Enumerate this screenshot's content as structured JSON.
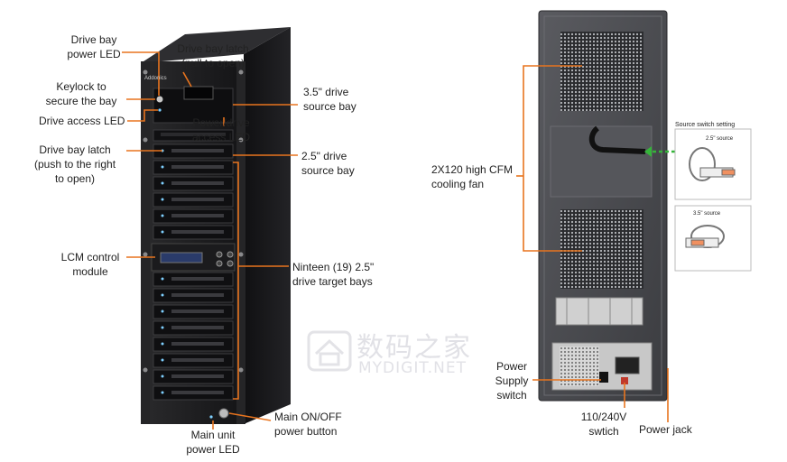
{
  "front_labels": {
    "drive_bay_power_led": "Drive bay\npower LED",
    "keylock": "Keylock to\nsecure the bay",
    "drive_access_led": "Drive access LED",
    "drive_bay_latch_push": "Drive bay latch\n(push to the right\nto open)",
    "lcm_control_module": "LCM control\nmodule",
    "main_unit_power_led": "Main unit\npower LED",
    "drive_bay_latch_pull": "Drive  bay latch\n(pull to open)",
    "source_bay_35": "3.5\" drive\nsource bay",
    "power_drive_access_led": "Power/drive\naccess LED",
    "source_bay_25": "2.5\" drive\nsource bay",
    "target_bays": "Ninteen (19) 2.5\"\ndrive target bays",
    "main_onoff": "Main  ON/OFF\npower button",
    "brand": "Addonics"
  },
  "rear_labels": {
    "cooling_fan": "2X120 high CFM\ncooling fan",
    "power_supply_switch": "Power\nSupply\nswitch",
    "voltage_switch": "110/240V\nswtich",
    "power_jack": "Power jack",
    "source_switch_setting": "Source switch setting",
    "source_25": "2.5\" source",
    "source_35": "3.5\" source"
  },
  "watermark": {
    "chinese": "数码之家",
    "english": "MYDIGIT.NET"
  },
  "colors": {
    "accent": "#e8741e",
    "green_arrow": "#35b53a",
    "chassis": "#1c1c1e",
    "rear_panel": "#48494d"
  }
}
